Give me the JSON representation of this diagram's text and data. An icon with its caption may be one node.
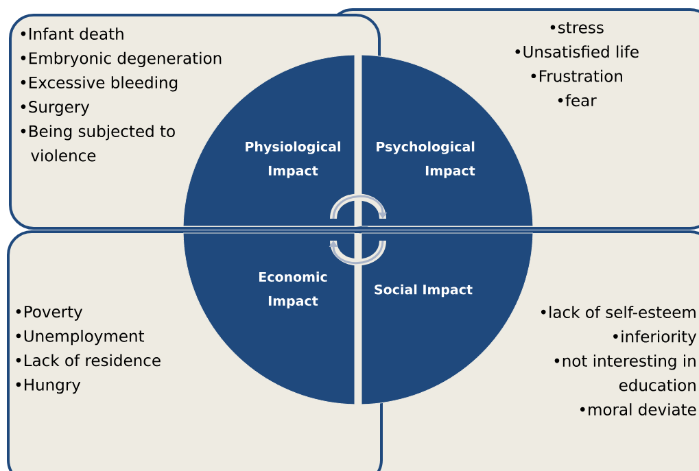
{
  "diagram": {
    "nodes": [
      {
        "text": [
          "•Infant death",
          "•Embryonic degeneration",
          "•Excessive bleeding",
          "•Surgery",
          "•Being subjected to violence"
        ]
      },
      {
        "text": [
          "Physiological Impact"
        ],
        "in": 0
      },
      {
        "text": [
          "•stress",
          "•Unsatisfied life",
          "•Frustration",
          "•fear"
        ]
      },
      {
        "text": [
          "Psychological Impact"
        ],
        "in": 2
      },
      {
        "text": [
          "•Poverty",
          "•Unemployment",
          "•Lack of residence",
          "•Hungry"
        ]
      },
      {
        "text": [
          "Economic Impact"
        ],
        "in": 4
      },
      {
        "text": [
          "•lack of self-esteem",
          "•inferiority",
          "•not interesting in education",
          "•moral deviate"
        ]
      },
      {
        "text": [
          "Social Impact"
        ],
        "in": 6
      }
    ],
    "edges": [
      {
        "from": 1,
        "to": 3,
        "arrow": "to"
      },
      {
        "from": 7,
        "to": 5,
        "arrow": "to"
      }
    ]
  }
}
